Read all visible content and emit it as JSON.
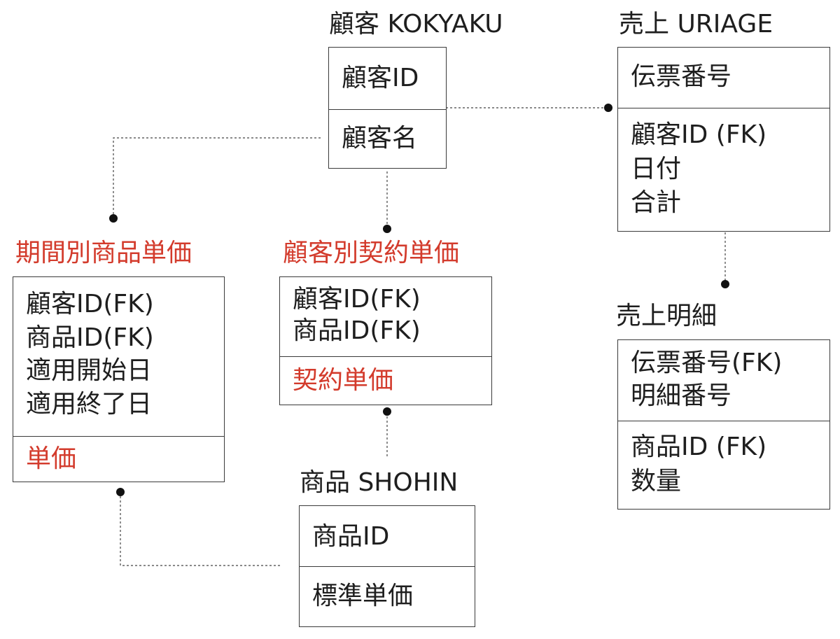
{
  "colors": {
    "background": "#ffffff",
    "text": "#1e1e1e",
    "border": "#3a3a3a",
    "highlight": "#d33b2c"
  },
  "entities": [
    {
      "title": "顧客 KOKYAKU",
      "title_highlight": false,
      "keys": [
        "顧客ID"
      ],
      "attrs": [
        "顧客名"
      ],
      "attrs_highlight": false
    },
    {
      "title": "売上 URIAGE",
      "title_highlight": false,
      "keys": [
        "伝票番号"
      ],
      "attrs": [
        "顧客ID (FK)",
        "日付",
        "合計"
      ],
      "attrs_highlight": false
    },
    {
      "title": "期間別商品単価",
      "title_highlight": true,
      "keys": [
        "顧客ID(FK)",
        "商品ID(FK)",
        "適用開始日",
        "適用終了日"
      ],
      "attrs": [
        "単価"
      ],
      "attrs_highlight": true
    },
    {
      "title": "顧客別契約単価",
      "title_highlight": true,
      "keys": [
        "顧客ID(FK)",
        "商品ID(FK)"
      ],
      "attrs": [
        "契約単価"
      ],
      "attrs_highlight": true
    },
    {
      "title": "売上明細",
      "title_highlight": false,
      "keys": [
        "伝票番号(FK)",
        "明細番号"
      ],
      "attrs": [
        "商品ID (FK)",
        "数量"
      ],
      "attrs_highlight": false
    },
    {
      "title": "商品 SHOHIN",
      "title_highlight": false,
      "keys": [
        "商品ID"
      ],
      "attrs": [
        "標準単価"
      ],
      "attrs_highlight": false
    }
  ]
}
